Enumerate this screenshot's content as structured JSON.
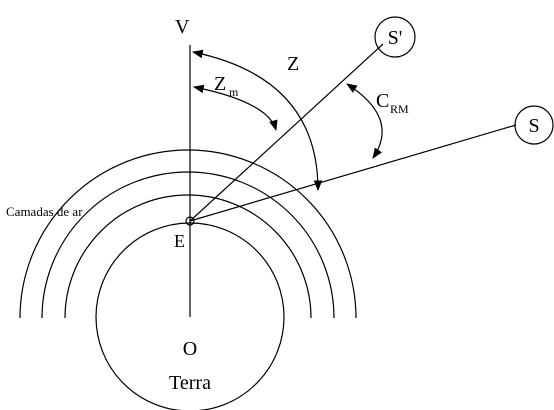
{
  "labels": {
    "zenith": "V",
    "zenith_angle": "Z",
    "measured_zenith_main": "Z",
    "measured_zenith_sub": "m",
    "refraction_main": "C",
    "refraction_sub": "RM",
    "apparent_star": "S'",
    "true_star": "S",
    "air_layers": "Camadas de ar",
    "observer": "E",
    "earth_center": "O",
    "earth": "Terra"
  }
}
